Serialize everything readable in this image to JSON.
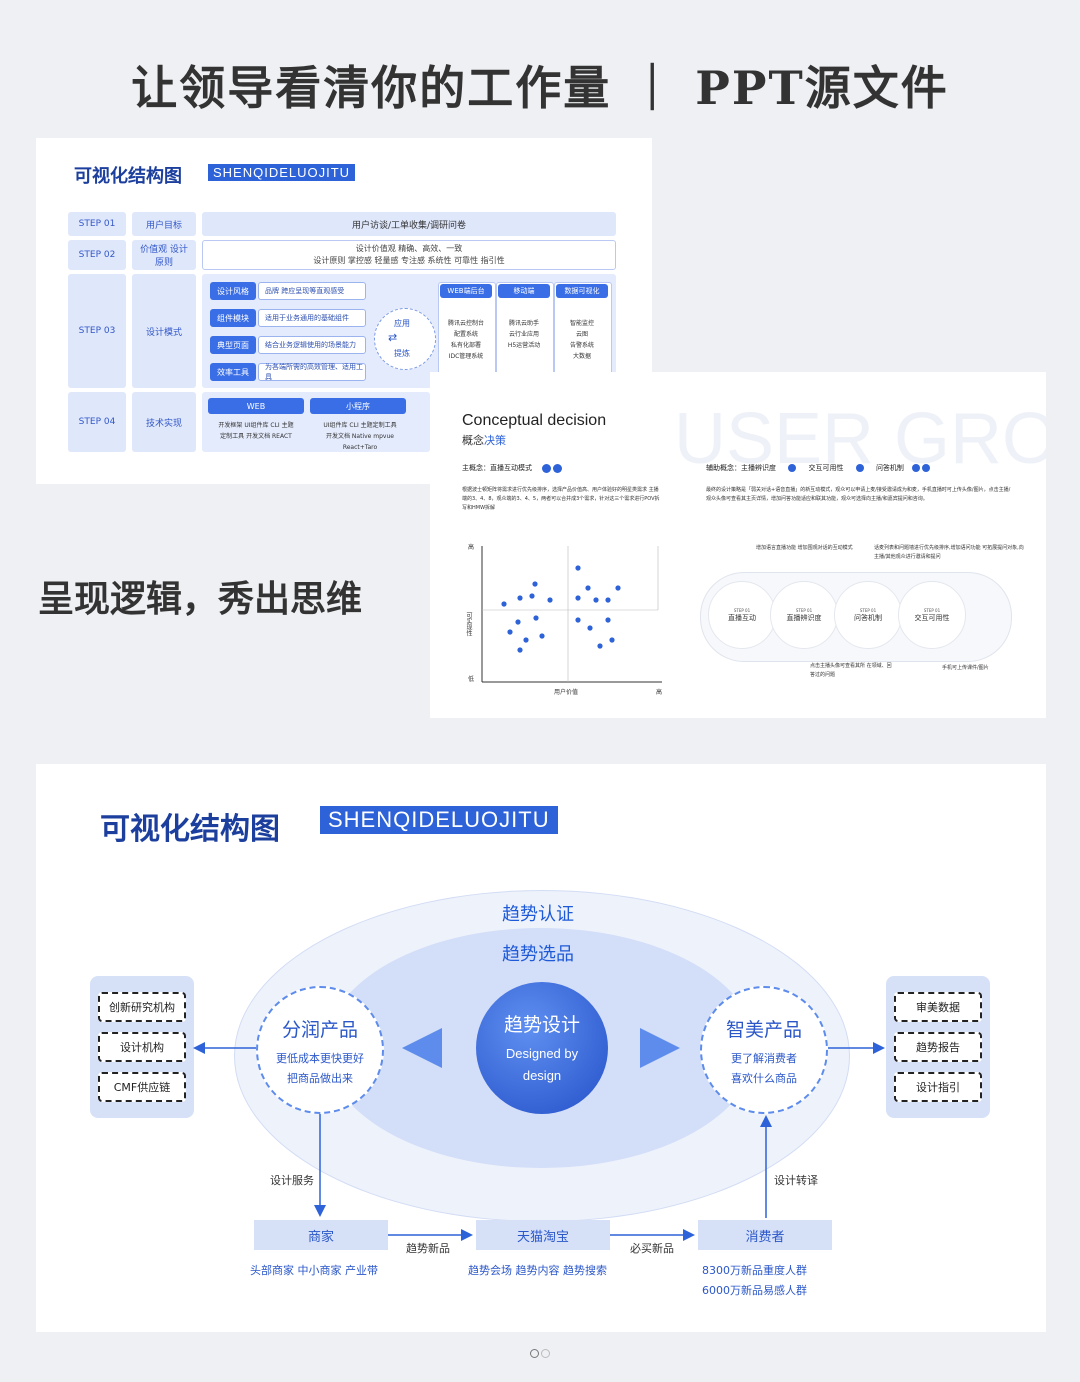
{
  "title": "让领导看清你的工作量 ｜ PPT源文件",
  "slogan": "呈现逻辑，秀出思维",
  "card1": {
    "heading_cn": "可视化结构图",
    "heading_en": "SHENQIDELUOJITU",
    "steps": [
      {
        "step": "STEP 01",
        "name": "用户目标",
        "content": "用户访谈/工单收集/调研问卷"
      },
      {
        "step": "STEP 02",
        "name": "价值观 设计原则",
        "line1": "设计价值观 精确、高效、一致",
        "line2": "设计原则 掌控感 轻量感 专注感 系统性 可靠性 指引性"
      },
      {
        "step": "STEP 03",
        "name": "设计模式"
      },
      {
        "step": "STEP 04",
        "name": "技术实现"
      }
    ],
    "modes": [
      {
        "tag": "设计风格",
        "desc": "品牌 跨应呈现等直观感受"
      },
      {
        "tag": "组件模块",
        "desc": "适用于业务通用的基础组件"
      },
      {
        "tag": "典型页面",
        "desc": "结合业务逻辑使用的场景能力"
      },
      {
        "tag": "效率工具",
        "desc": "为各端所需的高效管理、适用工具"
      }
    ],
    "center_top": "应用",
    "center_bottom": "提炼",
    "cols": [
      {
        "head": "WEB端后台",
        "lines": [
          "腾讯云控制台",
          "配置系统",
          "私有化部署",
          "IDC管理系统"
        ]
      },
      {
        "head": "移动端",
        "lines": [
          "腾讯云助手",
          "云行业应用",
          "H5运营活动"
        ]
      },
      {
        "head": "数据可视化",
        "lines": [
          "智能监控",
          "云图",
          "告警系统",
          "大数据"
        ]
      }
    ],
    "tech": [
      {
        "head": "WEB",
        "line1": "开发框架 UI组件库 CLI 主题",
        "line2": "定制工具 开发文档 REACT"
      },
      {
        "head": "小程序",
        "line1": "UI组件库 CLI 主题定制工具",
        "line2": "开发文档 Native mpvue React+Taro"
      }
    ]
  },
  "card2": {
    "title_en": "Conceptual decision",
    "title_cn_a": "概念",
    "title_cn_b": "决策",
    "watermark": "USER GRO",
    "main_concept": "主概念：直播互动模式",
    "main_desc": "根据波士顿矩阵将需求进行优先级排序，选择产品价值高、用户体验好的明星类需求 主播端的3、4、8，观众端的3、4、5，两者可以合并成3个需求，针对这三个需求进行POV拆写和HMW拆解",
    "aux_concept": "辅助概念：主播辨识度",
    "aux_items": [
      "交互可用性",
      "问答机制"
    ],
    "aux_desc": "最终的设计策略是「弱关对话+语音直播」的新互动模式，观众可以申请上麦/接受邀请成为和麦，手机直播时可上传头像/图片，点击主播/观众头像可查看其主页详情，增加问答功能适应和联其功能，观众可选择向主播/和嘉宾提问和咨询。",
    "axis_high": "高",
    "axis_low": "低",
    "y_label": "可实现性",
    "x_label": "用户价值",
    "x_high": "高",
    "flow": [
      {
        "step": "STEP 01",
        "name": "直播互动"
      },
      {
        "step": "STEP 01",
        "name": "直播辨识度"
      },
      {
        "step": "STEP 01",
        "name": "问答机制"
      },
      {
        "step": "STEP 01",
        "name": "交互可用性"
      }
    ],
    "note_tl": "增加语言直播功能 增加围观对话的互动模式",
    "note_tr": "话麦列表和问题墙进行优先级排序,增加语问功能 可拓展提问对象,向主播/其他观众进行邀请和提问",
    "note_bl": "点击主播头像可查看其所 在领域、回答过的问题",
    "note_br": "手机可上传课件/图片"
  },
  "card3": {
    "heading_cn": "可视化结构图",
    "heading_en": "SHENQIDELUOJITU",
    "outer_label": "趋势认证",
    "inner_label": "趋势选品",
    "center_title": "趋势设计",
    "center_sub": "Designed by design",
    "left_circle_title": "分润产品",
    "left_circle_sub1": "更低成本更快更好",
    "left_circle_sub2": "把商品做出来",
    "right_circle_title": "智美产品",
    "right_circle_sub1": "更了解消费者",
    "right_circle_sub2": "喜欢什么商品",
    "left_boxes": [
      "创新研究机构",
      "设计机构",
      "CMF供应链"
    ],
    "right_boxes": [
      "审美数据",
      "趋势报告",
      "设计指引"
    ],
    "service_label": "设计服务",
    "transfer_label": "设计转译",
    "flow_boxes": [
      {
        "name": "商家",
        "desc": "头部商家 中小商家 产业带"
      },
      {
        "name": "天猫淘宝",
        "desc": "趋势会场 趋势内容 趋势搜索"
      },
      {
        "name": "消费者",
        "desc": "8300万新品重度人群",
        "desc2": "6000万新品易感人群"
      }
    ],
    "arrow_label1": "趋势新品",
    "arrow_label2": "必买新品"
  },
  "colors": {
    "accent": "#2d62d8",
    "light": "#d6e1f8",
    "bg": "#eef0f3"
  }
}
